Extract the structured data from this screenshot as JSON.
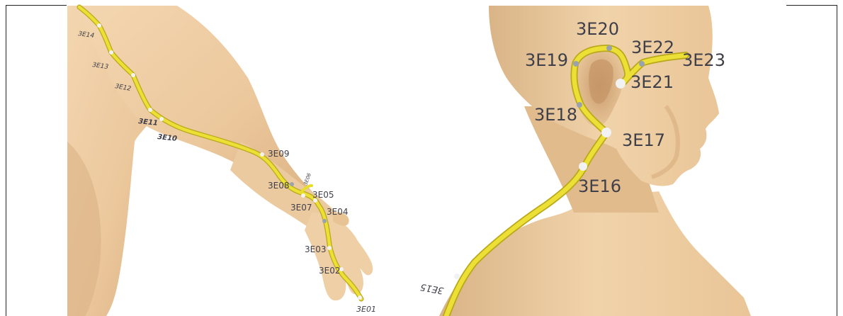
{
  "colors": {
    "skin": "#efcfa6",
    "skin_shade": "#d6ad80",
    "meridian": "#e9dc2a",
    "meridian_edge": "#b9a81a",
    "point_marker": "#f2f2f2",
    "label": "#3f3f4a"
  },
  "arm_panel": {
    "points": [
      {
        "id": "3E01",
        "label": "3E01"
      },
      {
        "id": "3E02",
        "label": "3E02"
      },
      {
        "id": "3E03",
        "label": "3E03"
      },
      {
        "id": "3E04",
        "label": "3E04"
      },
      {
        "id": "3E05",
        "label": "3E05"
      },
      {
        "id": "3E06",
        "label": "3E06"
      },
      {
        "id": "3E07",
        "label": "3E07"
      },
      {
        "id": "3E08",
        "label": "3E08"
      },
      {
        "id": "3E09",
        "label": "3E09"
      },
      {
        "id": "3E10",
        "label": "3E10"
      },
      {
        "id": "3E11",
        "label": "3E11"
      },
      {
        "id": "3E12",
        "label": "3E12"
      },
      {
        "id": "3E13",
        "label": "3E13"
      },
      {
        "id": "3E14",
        "label": "3E14"
      }
    ]
  },
  "head_panel": {
    "points": [
      {
        "id": "3E15",
        "label": "3E15"
      },
      {
        "id": "3E16",
        "label": "3E16"
      },
      {
        "id": "3E17",
        "label": "3E17"
      },
      {
        "id": "3E18",
        "label": "3E18"
      },
      {
        "id": "3E19",
        "label": "3E19"
      },
      {
        "id": "3E20",
        "label": "3E20"
      },
      {
        "id": "3E21",
        "label": "3E21"
      },
      {
        "id": "3E22",
        "label": "3E22"
      },
      {
        "id": "3E23",
        "label": "3E23"
      }
    ]
  }
}
